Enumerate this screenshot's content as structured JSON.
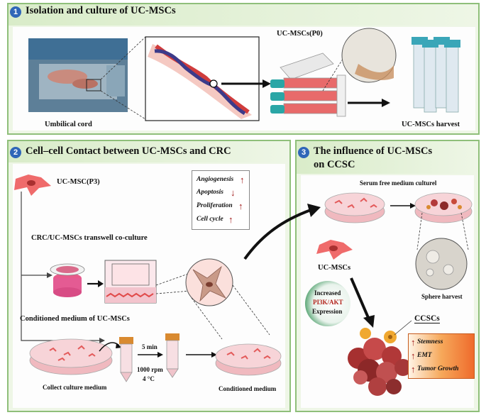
{
  "panel1": {
    "number": "1",
    "title": "Isolation and culture of UC-MSCs",
    "label_cord": "Umbilical cord",
    "label_p0": "UC-MSCs(P0)",
    "label_harvest": "UC-MSCs harvest"
  },
  "panel2": {
    "number": "2",
    "title": "Cell–cell Contact between UC-MSCs and CRC",
    "label_p3": "UC-MSC(P3)",
    "label_transwell": "CRC/UC-MSCs transwell co-culture",
    "label_conditioned": "Conditioned medium of UC-MSCs",
    "label_collect": "Collect culture medium",
    "label_time": "5 min",
    "label_rpm": "1000 rpm",
    "label_temp": "4 °C",
    "label_cm": "Conditioned medium",
    "effects": [
      {
        "name": "Angiogenesis",
        "dir": "↑"
      },
      {
        "name": "Apoptosis",
        "dir": "↓"
      },
      {
        "name": "Proliferation",
        "dir": "↑"
      },
      {
        "name": "Cell cycle",
        "dir": "↑"
      }
    ]
  },
  "panel3": {
    "number": "3",
    "title_line1": "The influence of UC-MSCs",
    "title_line2": "on CCSC",
    "label_serum": "Serum free medium culturel",
    "label_ucmsc": "UC-MSCs",
    "label_sphere": "Sphere harvest",
    "label_increased": "Increased",
    "label_pathway": "PI3K/AKT",
    "label_expression": "Expression",
    "label_ccsc": "CCSCs",
    "ccsc_effects": [
      {
        "name": "Stemness",
        "dir": "↑"
      },
      {
        "name": "EMT",
        "dir": "↑"
      },
      {
        "name": "Tumor Growth",
        "dir": "↑"
      }
    ]
  },
  "colors": {
    "panel_border": "#8fbf7a",
    "panel_bg": "#eef6e6",
    "badge": "#2f66b8",
    "up_arrow": "#a01818",
    "pathway": "#b3261e"
  }
}
